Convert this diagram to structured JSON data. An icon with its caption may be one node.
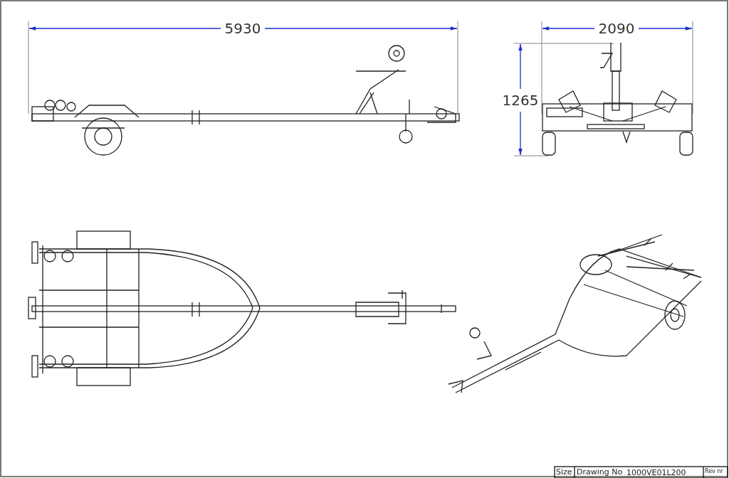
{
  "diagram": {
    "labels": [
      "5930",
      "2090",
      "1265",
      "Size",
      "Drawing No",
      "1000VE01L200",
      "Rev nr"
    ]
  }
}
